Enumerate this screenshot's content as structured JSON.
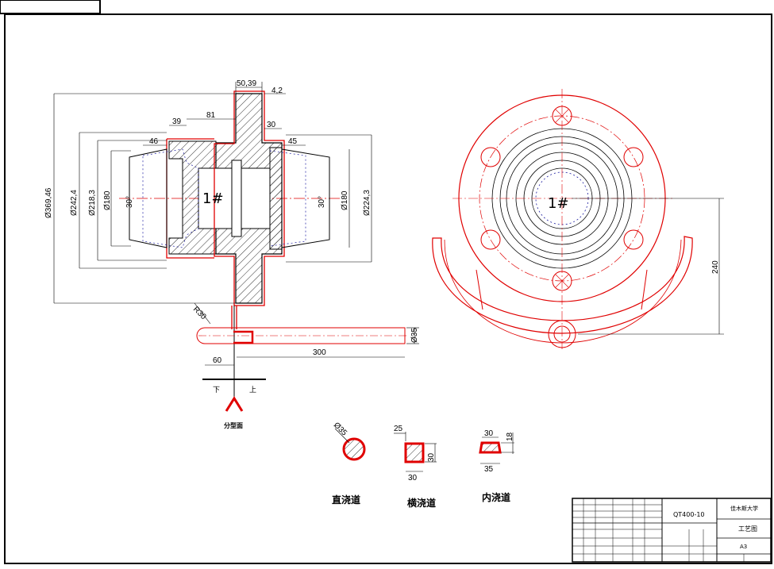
{
  "dims": {
    "d1": "50,39",
    "d2": "4,2",
    "d3": "39",
    "d4": "81",
    "d5": "30",
    "d6": "46",
    "d7": "45",
    "d8": "Ø369,46",
    "d9": "Ø242,4",
    "d10": "Ø218,3",
    "d11": "Ø180",
    "d12": "30°",
    "d13": "30°",
    "d14": "Ø180",
    "d15": "Ø224,3",
    "d16": "R30",
    "d17": "Ø35",
    "d18": "60",
    "d19": "300",
    "d20": "240"
  },
  "labels": {
    "part_left": "1#",
    "part_right": "1#",
    "down": "下",
    "up": "上",
    "parting": "分型面",
    "straight_runner": "直浇道",
    "cross_runner": "横浇道",
    "inner_runner": "内浇道"
  },
  "sections": {
    "circle_d": "Ø35",
    "rect_top": "25",
    "rect_side": "30",
    "rect_bottom": "30",
    "trap_top": "30",
    "trap_side": "18",
    "trap_bottom": "35"
  },
  "title_block": {
    "drawing_no": "QT400-10",
    "school": "佳木斯大学",
    "drawing_name": "工艺图",
    "scale_mark": "A3"
  },
  "colors": {
    "red": "#e00000",
    "blue": "#1a1aa0",
    "black": "#000000"
  }
}
